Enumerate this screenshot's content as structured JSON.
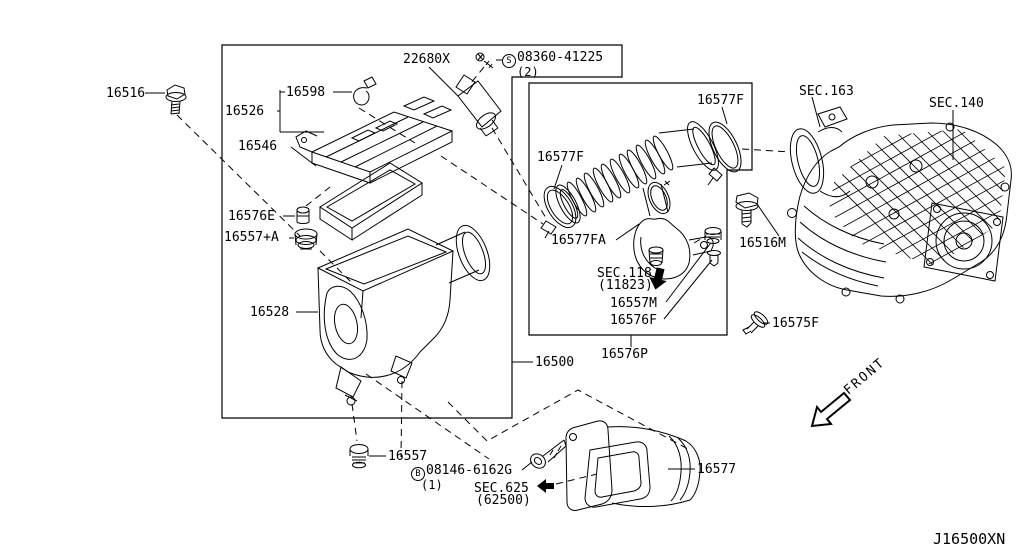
{
  "figure": {
    "code": "J16500XN",
    "front": "FRONT"
  },
  "badges": {
    "s": "S",
    "b": "B"
  },
  "labels": {
    "l16516": "16516",
    "l16526": "16526",
    "l16598": "16598",
    "l16546": "16546",
    "l16576E": "16576E",
    "l16557A": "16557+A",
    "l16528": "16528",
    "l22680X": "22680X",
    "l08360": "08360-41225",
    "l08360_qty": "(2)",
    "l16577F_a": "16577F",
    "l16577F_b": "16577F",
    "l16577FA": "16577FA",
    "sec118": "SEC.118",
    "sec118_ref": "(11823)",
    "l16557M": "16557M",
    "l16576F": "16576F",
    "l16576P": "16576P",
    "l16500": "16500",
    "l16516M": "16516M",
    "sec163": "SEC.163",
    "sec140": "SEC.140",
    "l16575F": "16575F",
    "l16557": "16557",
    "l08146": "08146-6162G",
    "l08146_qty": "(1)",
    "sec625": "SEC.625",
    "sec625_ref": "(62500)",
    "l16577": "16577"
  }
}
